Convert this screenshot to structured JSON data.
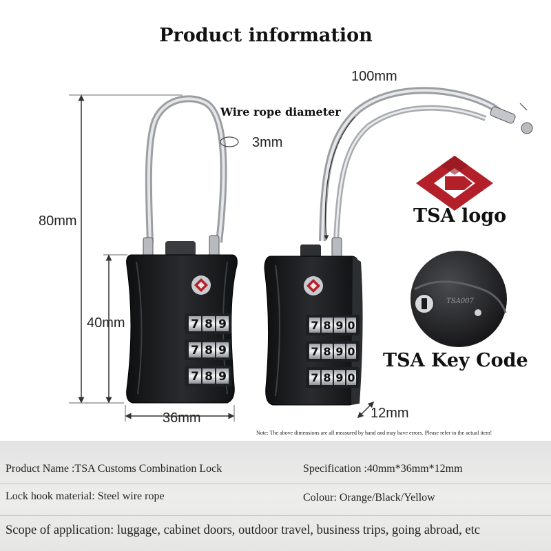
{
  "title": "Product information",
  "dimensions": {
    "height_total": "80mm",
    "height_body": "40mm",
    "width": "36mm",
    "cable_length": "100mm",
    "depth": "12mm",
    "wire_label": "Wire rope diameter",
    "wire_value": "3mm"
  },
  "callouts": {
    "tsa_logo": "TSA logo",
    "tsa_key_code": "TSA Key Code",
    "keyhole_engraving": "TSA007"
  },
  "dials": {
    "front": [
      "7",
      "8",
      "9"
    ],
    "side": [
      "7",
      "8",
      "9",
      "0"
    ]
  },
  "note": "Note: The above dimensions are all measured by hand and may have errors. Please refer to the actual item!",
  "specs": {
    "product_name": "Product Name :TSA Customs Combination Lock",
    "specification": "Specification :40mm*36mm*12mm",
    "lock_hook": "Lock hook material: Steel wire rope",
    "colour": "Colour: Orange/Black/Yellow",
    "scope": "Scope of application: luggage, cabinet doors, outdoor travel, business trips, going abroad, etc"
  },
  "colors": {
    "tsa_red": "#b3202a",
    "lock_body": "#1b1c1e",
    "cable": "#b9bcc0"
  }
}
